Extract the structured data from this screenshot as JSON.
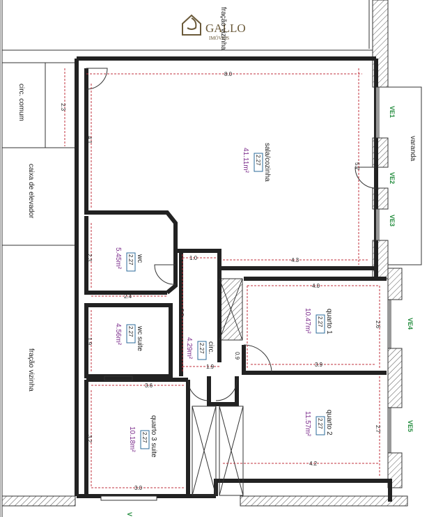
{
  "logo": {
    "name": "GALLO",
    "sub": "IMÓVEIS"
  },
  "labels": {
    "fracao_top": "fração vizinha",
    "fracao_left": "fração vizinha",
    "circ_comum": "circ. comum",
    "elevador": "caixa de elevador",
    "varanda": "varanda"
  },
  "rooms": {
    "sala": {
      "name": "sala/cozinha",
      "height": "2.27",
      "area": "41.11m²"
    },
    "wc": {
      "name": "wc",
      "height": "2.27",
      "area": "5.45m²"
    },
    "wc_suite": {
      "name": "wc suite",
      "height": "2.27",
      "area": "4.56m²"
    },
    "circ": {
      "name": "circ.",
      "height": "2.27",
      "area": "4.29m²"
    },
    "quarto1": {
      "name": "quarto 1",
      "height": "2.27",
      "area": "10.47m²"
    },
    "quarto2": {
      "name": "quarto 2",
      "height": "2.27",
      "area": "11.57m²"
    },
    "quarto3": {
      "name": "quarto 3 suite",
      "height": "2.27",
      "area": "10.18m²"
    }
  },
  "dimensions": {
    "d80": "8.0",
    "d23a": "2.3",
    "d41": "4.1",
    "d57": "5.7",
    "d10": "1.0",
    "d43": "4.3",
    "d23b": "2.3",
    "d24": "2.4",
    "d35": "3.5",
    "d40": "4.0",
    "d26": "2.6",
    "d19a": "1.9",
    "d19b": "1.9",
    "d09": "0.9",
    "d39": "3.9",
    "d36": "3.6",
    "d32": "3.2",
    "d27": "2.7",
    "d42": "4.2",
    "d30": "3.0"
  },
  "windows": {
    "ve1": "VE1",
    "ve2": "VE2",
    "ve3": "VE3",
    "ve4": "VE4",
    "ve5": "VE5",
    "ve_bottom": "V"
  }
}
